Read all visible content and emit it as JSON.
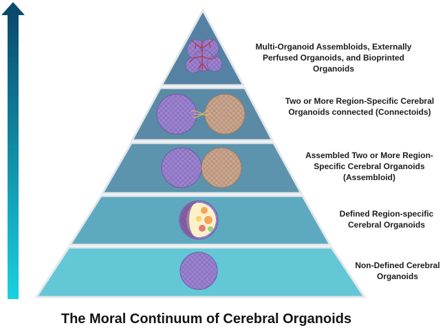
{
  "title": "The Moral Continuum of Cerebral Organoids",
  "colors": {
    "arrow_top": "#0a4a6e",
    "arrow_bottom": "#19d2e0",
    "tier_fill": [
      "#5582a2",
      "#5a8aa6",
      "#5c94ad",
      "#5daac0",
      "#63c7d6"
    ],
    "pyramid_border": "#e3e7ea",
    "organoid_purple": "#9b82cf",
    "organoid_tan": "#c9a58e",
    "vessel_red": "#b23a48"
  },
  "tiers": [
    {
      "label": "Multi-Organoid Assembloids, Externally Perfused Organoids, and Bioprinted Organoids",
      "icon": "bioprinted-assembloid-icon"
    },
    {
      "label": "Two or More Region-Specific Cerebral Organoids connected (Connectoids)",
      "icon": "connectoid-icon"
    },
    {
      "label": "Assembled Two or More Region-Specific Cerebral Organoids (Assembloid)",
      "icon": "assembloid-icon"
    },
    {
      "label": "Defined Region-specific Cerebral Organoids",
      "icon": "region-specific-organoid-icon"
    },
    {
      "label": "Non-Defined Cerebral Organoids",
      "icon": "organoid-sphere-icon"
    }
  ]
}
